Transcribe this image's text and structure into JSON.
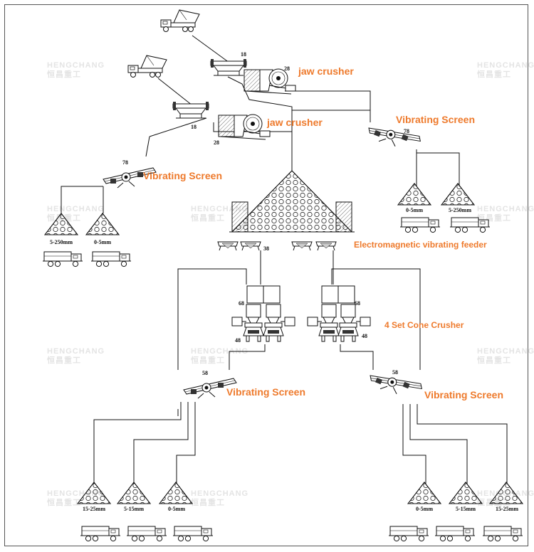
{
  "labels": {
    "jaw_crusher_1": "jaw crusher",
    "jaw_crusher_2": "jaw crusher",
    "vibrating_screen_top_right": "Vibrating Screen",
    "vibrating_screen_left": "Vibrating Screen",
    "feeder": "Electromagnetic vibrating feeder",
    "cone_crusher": "4 Set Cone Crusher",
    "vibrating_screen_bottom_left": "Vibrating Screen",
    "vibrating_screen_bottom_right": "Vibrating Screen"
  },
  "numbers": {
    "hopper_1": "18",
    "jaw_1": "28",
    "hopper_2": "18",
    "jaw_2": "28",
    "screen_left": "78",
    "screen_right": "78",
    "feeder": "38",
    "cone_left": "68",
    "cone_right": "68",
    "cone_left_base": "48",
    "cone_right_base": "48",
    "screen_bottom_left": "58",
    "screen_bottom_right": "58"
  },
  "piles": {
    "left_1": "5-250mm",
    "left_2": "0-5mm",
    "right_1": "0-5mm",
    "right_2": "5-250mm",
    "bottom_left_1": "15-25mm",
    "bottom_left_2": "5-15mm",
    "bottom_left_3": "0-5mm",
    "bottom_right_1": "0-5mm",
    "bottom_right_2": "5-15mm",
    "bottom_right_3": "15-25mm"
  },
  "colors": {
    "label": "#ee7a2c",
    "line": "#111111",
    "watermark": "#e4e4e4"
  }
}
